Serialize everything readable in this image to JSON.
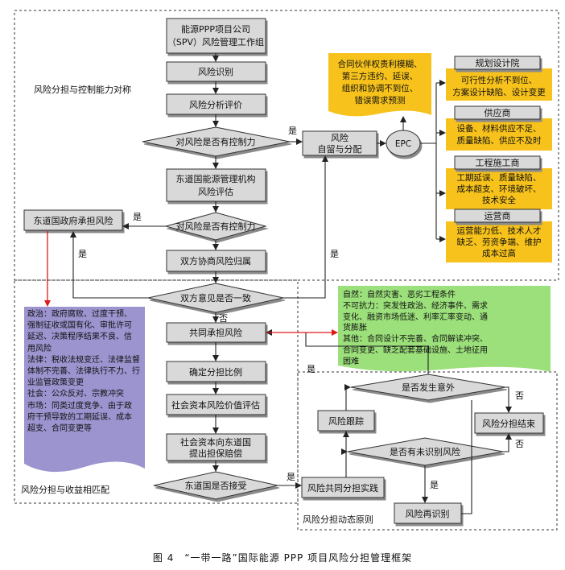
{
  "caption": "图 4　“一带一路”国际能源 PPP 项目风险分担管理框架",
  "regions": {
    "risk_capacity": "风险分担与控制能力对称",
    "risk_benefit": "风险分担与收益相匹配",
    "dynamic": "风险分担动态原则"
  },
  "boxes": {
    "spv": [
      "能源PPP项目公司",
      "（SPV）风险管理工作组"
    ],
    "identify": "风险识别",
    "analysis": "风险分析评价",
    "host_eval": [
      "东道国能源管理机构",
      "风险评估"
    ],
    "host_bear": "东道国政府承担风险",
    "negotiate": "双方协商风险归属",
    "self_bear": [
      "风险",
      "自留与分配"
    ],
    "epc": "EPC",
    "share": "共同承担风险",
    "ratio": "确定分担比例",
    "value": "社会资本风险价值评估",
    "compensate": [
      "社会资本向东道国",
      "提出担保赔偿"
    ],
    "track": "风险跟踪",
    "end": "风险分担结束",
    "impl": "风险共同分担实践",
    "reident": "风险再识别"
  },
  "diamonds": {
    "control1": "对风险是否有控制力",
    "control2": "对风险是否有控制力",
    "agree": "双方意见是否一致",
    "accept": "东道国是否接受",
    "accident": "是否发生意外",
    "unknown": "是否有未识别风险"
  },
  "edge_labels": {
    "yes": "是",
    "no": "否"
  },
  "epc_risks": {
    "contract": [
      "合同伙伴权责利模糊、",
      "第三方违约、延误、",
      "组织和协调不到位、",
      "错误需求预测"
    ]
  },
  "subcontractors": [
    {
      "title": "规划设计院",
      "lines": [
        "可行性分析不到位、",
        "方案设计缺陷、设计变更"
      ]
    },
    {
      "title": "供应商",
      "lines": [
        "设备、材料供应不足、",
        "质量缺陷、供应不及时"
      ]
    },
    {
      "title": "工程施工商",
      "lines": [
        "工期延误、质量缺陷、",
        "成本超支、环境破坏、",
        "技术安全"
      ]
    },
    {
      "title": "运营商",
      "lines": [
        "运营能力低、技术人才",
        "缺乏、劳资争端、维护",
        "成本过高"
      ]
    }
  ],
  "host_risks": {
    "lines": [
      "政治：政府腐败、过度干预、",
      "强制征收或国有化、审批许可",
      "延迟、决策程序结果不良、信",
      "用风险",
      "法律：税收法规变迁、法律监督",
      "体制不完善、法律执行不力、行",
      "业监管政策变更",
      "社会：公众反对、宗教冲突",
      "市场：同类过度竞争、由于政",
      "府干预导致的工期延误、成本",
      "超支、合同变更等"
    ]
  },
  "shared_risks": {
    "lines": [
      "自然：自然灾害、恶劣工程条件",
      "不可抗力：突发性政治、经济事件、需求",
      "变化、融资市场低迷、利率汇率变动、通",
      "货膨胀",
      "其他：合同设计不完善、合同解读冲突、",
      "合同变更、缺乏配套基础设施、土地征用",
      "困难"
    ]
  },
  "colors": {
    "box_fill": "#d9d9d9",
    "yellow_note": "#f7c21b",
    "purple_note": "#9b94cf",
    "green_note": "#9be07a",
    "red_arrow": "#e01818",
    "line": "#222222"
  }
}
